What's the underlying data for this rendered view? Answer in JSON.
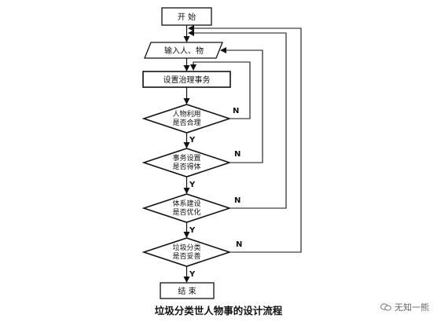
{
  "flowchart": {
    "start": "开 始",
    "input": "输入人、物",
    "process": "设置治理事务",
    "decisions": [
      {
        "text": [
          "人物利用",
          "是否合理"
        ]
      },
      {
        "text": [
          "事务设置",
          "是否得体"
        ]
      },
      {
        "text": [
          "体系建设",
          "是否优化"
        ]
      },
      {
        "text": [
          "垃圾分类",
          "是否妥善"
        ]
      }
    ],
    "end": "结 束",
    "yes_label": "Y",
    "no_label": "N"
  },
  "caption": "垃圾分类世人物事的设计流程",
  "watermark": "无知一熊"
}
